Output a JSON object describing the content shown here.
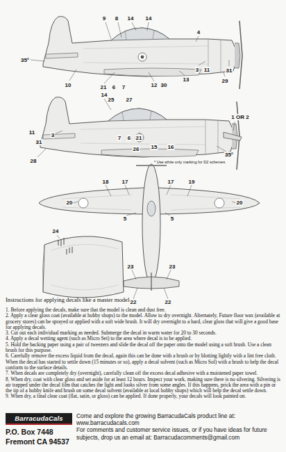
{
  "diagram": {
    "title": "Instructions for applying decals like a master modeler.",
    "labels": [
      "9",
      "8",
      "14",
      "14",
      "4",
      "35°",
      "10",
      "21",
      "6",
      "7",
      "12",
      "30",
      "13",
      "3",
      "11",
      "31",
      "29",
      "25",
      "27",
      "14",
      "1 OR 2",
      "11",
      "31",
      "28",
      "3",
      "7",
      "6",
      "21",
      "35°",
      "26",
      "15",
      "16",
      "* Use white only marking for D2 schemes",
      "18",
      "17",
      "17",
      "19",
      "24",
      "20",
      "5",
      "5",
      "20",
      "23",
      "23",
      "22",
      "22",
      "1. Before applying the decals, make sure that the model is clean and dust free.",
      "2. Apply a clear gloss coat (available at hobby shops) to the model. Allow to dry overnight. Alternately, Future floor wax (available at grocery stores) can be sprayed or applied with a soft wide brush. It will dry overnight to a hard, clear gloss that will give a good base for applying decals.",
      "3. Cut out each individual marking as needed. Submerge the decal in warm water for 20 to 30 seconds.",
      "4. Apply a decal wetting agent (such as Micro Set) to the area where decal is to be applied.",
      "5. Hold the backing paper using a pair of tweezers and slide the decal off the paper onto the model using a soft brush. Use a clean brush for this purpose.",
      "6. Carefully remove the excess liquid from the decal, again this can be done with a brush or by blotting lightly with a lint free cloth. When the decal has started to settle down (15 minutes or so), apply a decal solvent (such as Micro Sol) with a brush to help the decal conform to the surface details.",
      "7. When decals are completely dry (overnight), carefully clean off the excess decal adhesive with a moistened paper towel.",
      "8. When dry, coat with clear gloss and set aside for at least 12 hours. Inspect your work, making sure there is no silvering. Silvering is air trapped under the decal film that catches the light and looks silver from some angles. If this happens, prick the area with a pin or the tip of a hobby knife and brush on some decal solvent (available at local hobby shops) which will help the decal settle down.",
      "9. When dry, a final clear coat (flat, satin, or gloss) can be applied. If done properly, your decals will look painted on.",
      "BarracudaCals",
      "P.O. Box 7448",
      "Fremont CA 94537",
      "Come and explore the growing BarracudaCals product line at:",
      "www.barracudacals.com",
      "For comments and customer service issues, or if you have ideas for future subjects, drop us an email at: Barracudacomments@gmail.com"
    ]
  }
}
